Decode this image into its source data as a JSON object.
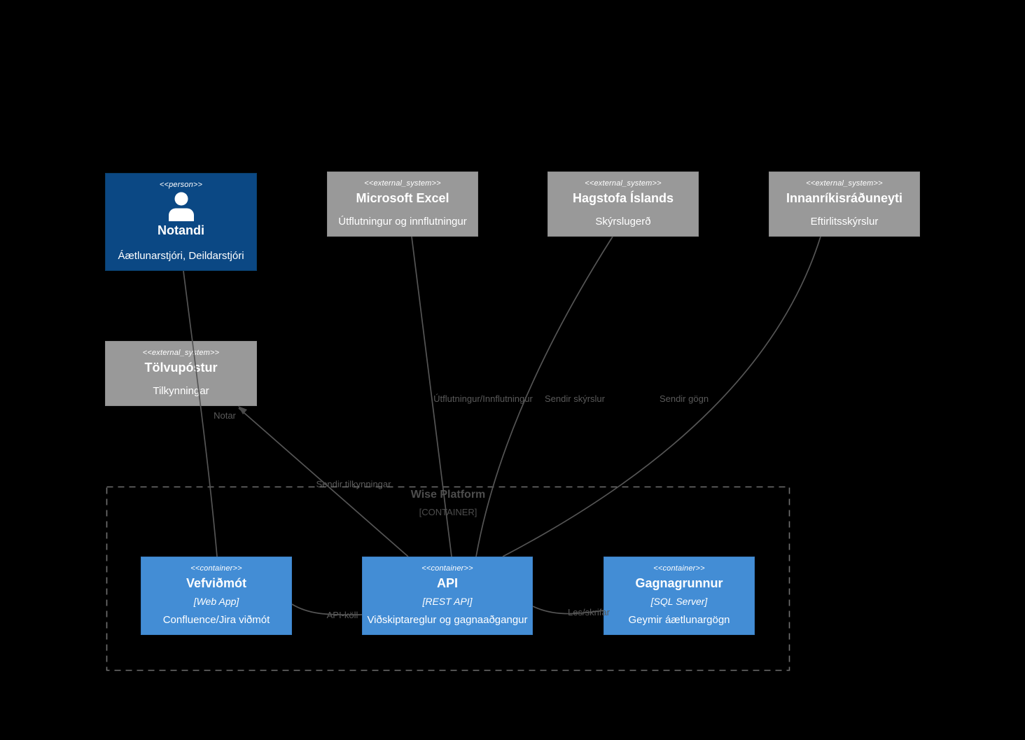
{
  "diagram": {
    "boundary": {
      "title": "Wise Platform",
      "subtitle": "[CONTAINER]"
    },
    "nodes": {
      "notandi": {
        "stereotype": "<<person>>",
        "title": "Notandi",
        "description": "Áætlunarstjóri, Deildarstjóri"
      },
      "excel": {
        "stereotype": "<<external_system>>",
        "title": "Microsoft Excel",
        "description": "Útflutningur og innflutningur"
      },
      "hagstofa": {
        "stereotype": "<<external_system>>",
        "title": "Hagstofa Íslands",
        "description": "Skýrslugerð"
      },
      "innanrikis": {
        "stereotype": "<<external_system>>",
        "title": "Innanríkisráðuneyti",
        "description": "Eftirlitsskýrslur"
      },
      "tolvupostur": {
        "stereotype": "<<external_system>>",
        "title": "Tölvupóstur",
        "description": "Tilkynningar"
      },
      "vefvidmot": {
        "stereotype": "<<container>>",
        "title": "Vefviðmót",
        "technology": "[Web App]",
        "description": "Confluence/Jira viðmót"
      },
      "api": {
        "stereotype": "<<container>>",
        "title": "API",
        "technology": "[REST API]",
        "description": "Viðskiptareglur og gagnaaðgangur"
      },
      "gagnagrunnur": {
        "stereotype": "<<container>>",
        "title": "Gagnagrunnur",
        "technology": "[SQL Server]",
        "description": "Geymir áætlunargögn"
      }
    },
    "edges": {
      "notar": {
        "label": "Notar"
      },
      "sendir_tilkynningar": {
        "label": "Sendir tilkynningar"
      },
      "utflutningur": {
        "label": "Útflutningur/Innflutningur"
      },
      "sendir_skyrslur": {
        "label": "Sendir skýrslur"
      },
      "sendir_gogn": {
        "label": "Sendir gögn"
      },
      "api_koll": {
        "label": "API-köll"
      },
      "les_skrifar": {
        "label": "Les/skrifar"
      }
    },
    "colors": {
      "person": "#0b4884",
      "person_border": "#0a3d66",
      "external": "#999999",
      "external_border": "#8a8a8a",
      "container": "#438dd5",
      "container_border": "#3b7fc4",
      "edge": "#555555",
      "edge_label": "#5a5a5a",
      "boundary_border": "#707070",
      "boundary_label": "#4d4d4d",
      "background": "#000000"
    }
  }
}
